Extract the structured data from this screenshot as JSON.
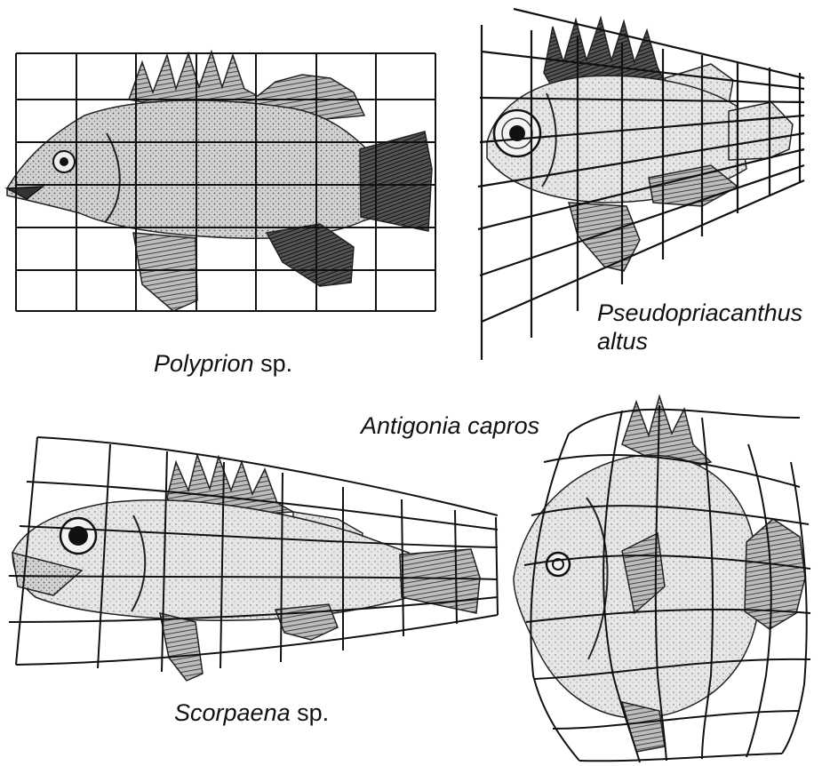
{
  "figure": {
    "panels": [
      {
        "id": "polyprion",
        "label_italic": "Polyprion",
        "label_rest": " sp."
      },
      {
        "id": "pseudopriacanthus",
        "label_line1": "Pseudopriacanthus",
        "label_line2": "altus"
      },
      {
        "id": "scorpaena",
        "label_italic": "Scorpaena",
        "label_rest": " sp."
      },
      {
        "id": "antigonia",
        "label_italic": "Antigonia capros"
      }
    ]
  },
  "colors": {
    "ink": "#111111",
    "paper": "#ffffff",
    "fin_dark": "#2a2a2a",
    "body_fill": "#c9c9c9"
  }
}
